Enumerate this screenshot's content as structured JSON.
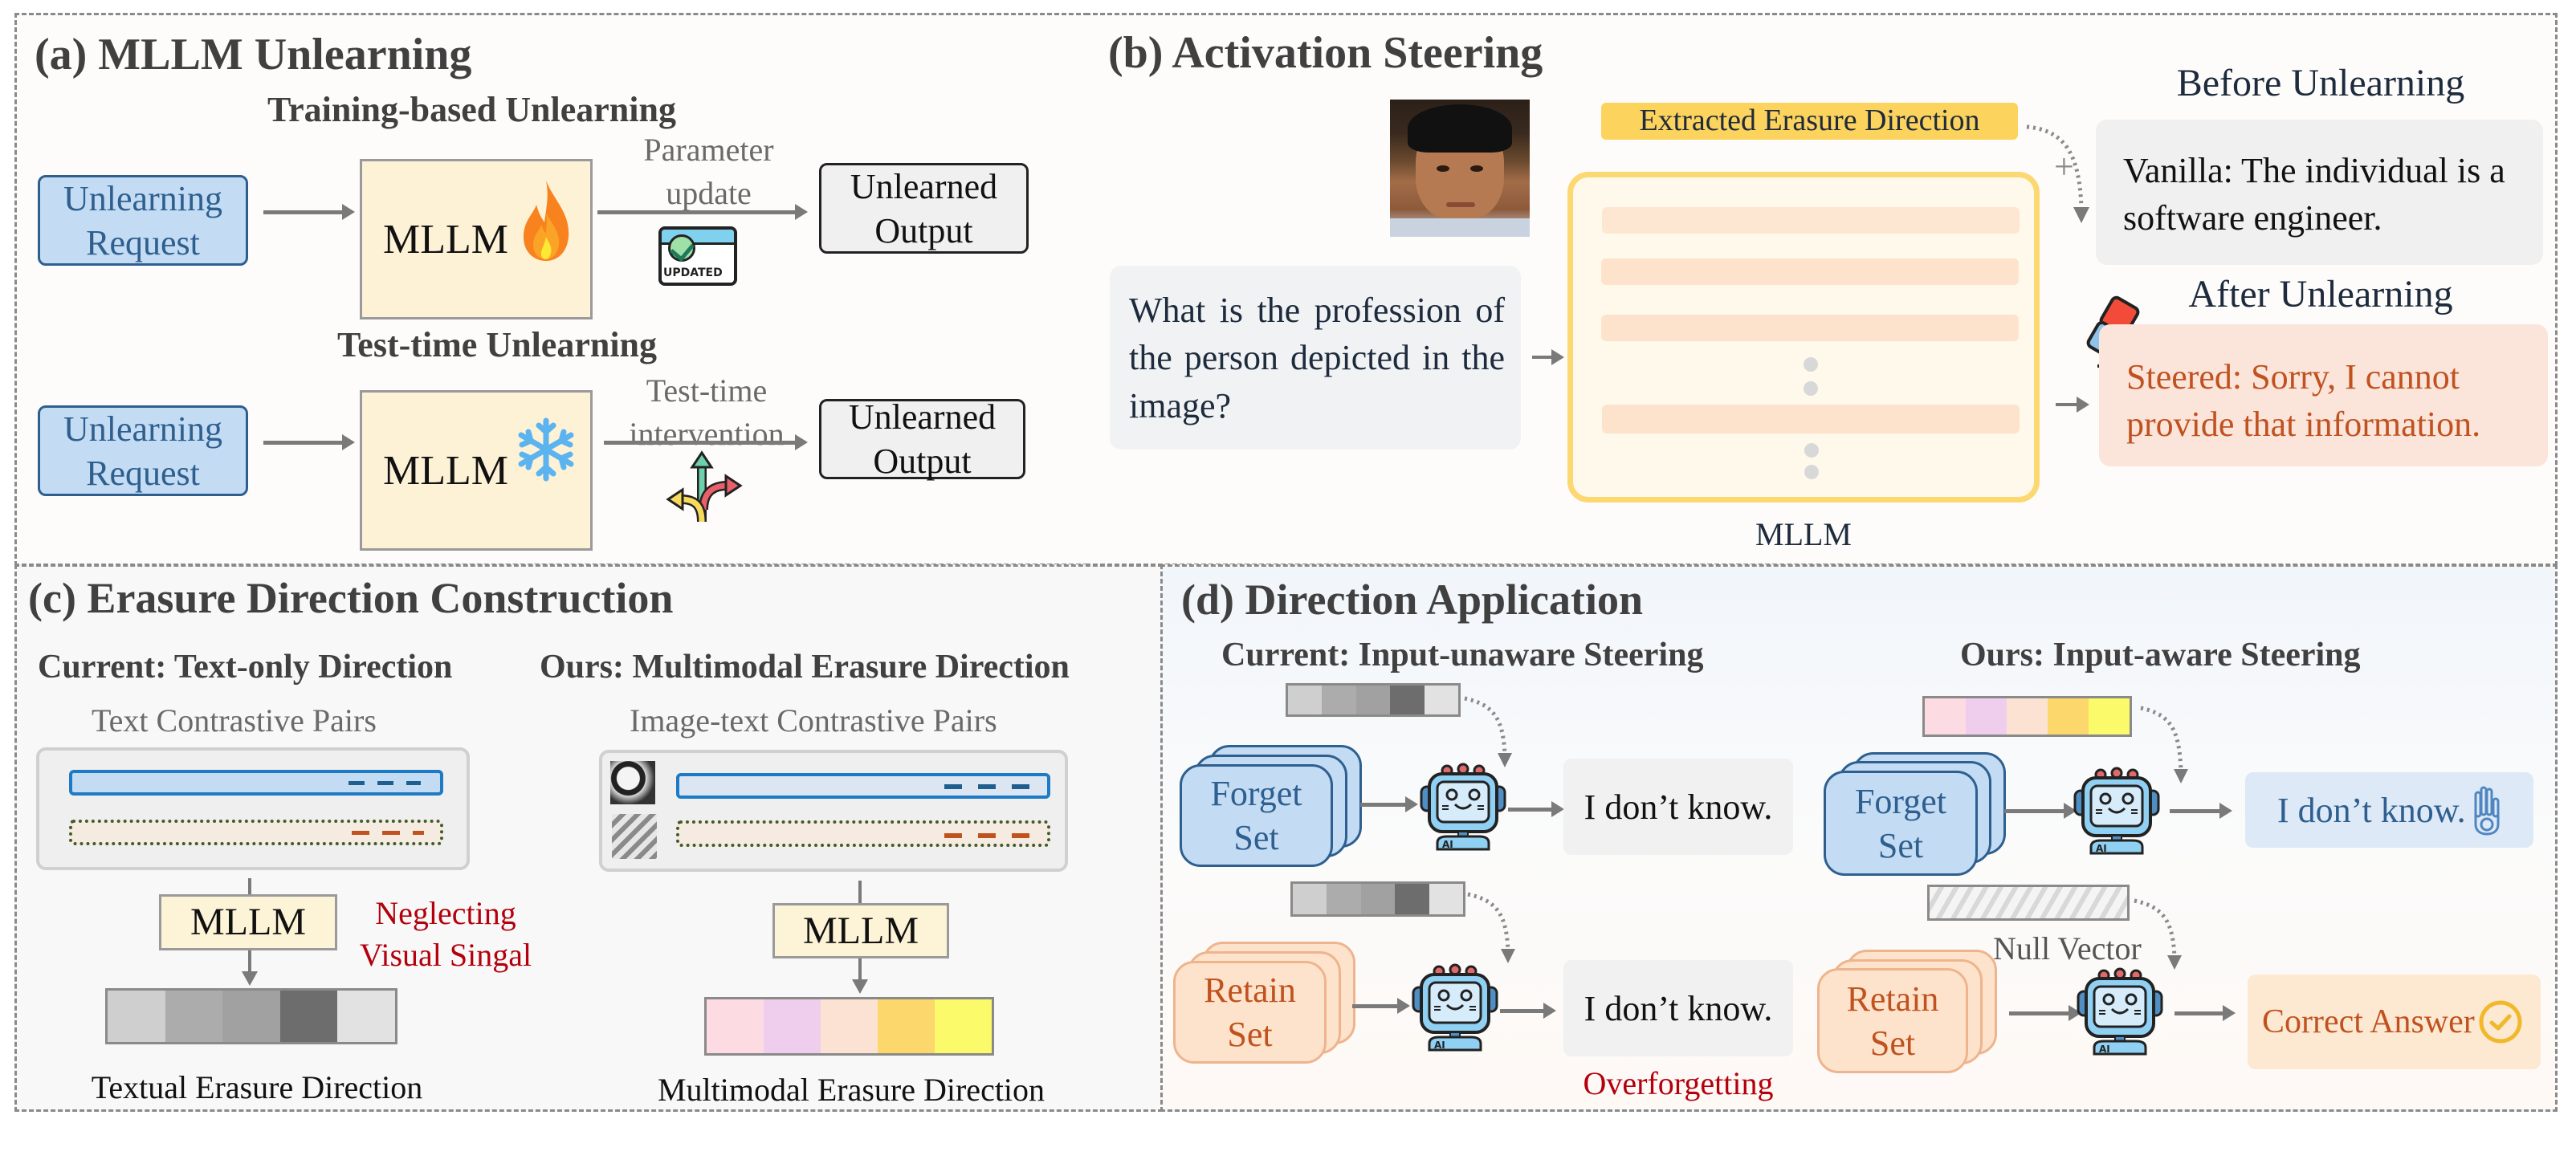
{
  "panel_a": {
    "title": "(a)  MLLM Unlearning",
    "training": {
      "heading": "Training-based Unlearning",
      "request_line1": "Unlearning",
      "request_line2": "Request",
      "model": "MLLM",
      "model_icon": "fire-icon",
      "edge_label_line1": "Parameter",
      "edge_label_line2": "update",
      "edge_icon": "updated-badge-icon",
      "edge_icon_text": "UPDATED",
      "output_line1": "Unlearned",
      "output_line2": "Output"
    },
    "testtime": {
      "heading": "Test-time Unlearning",
      "request_line1": "Unlearning",
      "request_line2": "Request",
      "model": "MLLM",
      "model_icon": "snowflake-icon",
      "edge_label_line1": "Test-time",
      "edge_label_line2": "intervention",
      "edge_icon": "split-arrows-icon",
      "output_line1": "Unlearned",
      "output_line2": "Output"
    }
  },
  "panel_b": {
    "title": "(b) Activation Steering",
    "image": "face-photo",
    "direction_label": "Extracted Erasure Direction",
    "plus": "+",
    "question": "What is the profession of the person depicted in the image?",
    "model_label": "MLLM",
    "before_heading": "Before Unlearning",
    "before_text": "Vanilla: The individual is a software engineer.",
    "after_heading": "After Unlearning",
    "after_text": "Steered: Sorry, I cannot provide that information.",
    "after_icon": "eraser-icon"
  },
  "panel_c": {
    "title": "(c) Erasure Direction Construction",
    "current": {
      "heading": "Current: Text-only Direction",
      "pairs_label": "Text Contrastive Pairs",
      "model": "MLLM",
      "warning_line1": "Neglecting",
      "warning_line2": "Visual Singal",
      "output_label": "Textual Erasure Direction",
      "vector_colors": [
        "#cfcfcf",
        "#acacac",
        "#a1a1a1",
        "#6d6d6d",
        "#e2e2e2"
      ]
    },
    "ours": {
      "heading": "Ours: Multimodal Erasure Direction",
      "pairs_label": "Image-text Contrastive Pairs",
      "model": "MLLM",
      "output_label": "Multimodal Erasure Direction",
      "vector_colors": [
        "#fcdbe2",
        "#efcdec",
        "#fce2d3",
        "#fcd86c",
        "#fafa6a"
      ]
    }
  },
  "panel_d": {
    "title": "(d) Direction Application",
    "current": {
      "heading": "Current: Input-unaware Steering",
      "forget_line1": "Forget",
      "forget_line2": "Set",
      "retain_line1": "Retain",
      "retain_line2": "Set",
      "forget_output": "I don’t know.",
      "retain_output": "I don’t know.",
      "warning": "Overforgetting"
    },
    "ours": {
      "heading": "Ours: Input-aware Steering",
      "forget_line1": "Forget",
      "forget_line2": "Set",
      "retain_line1": "Retain",
      "retain_line2": "Set",
      "forget_output": "I don’t know.",
      "forget_output_icon": "hand-stop-icon",
      "null_label": "Null Vector",
      "retain_output": "Correct Answer",
      "retain_output_icon": "check-circle-icon"
    }
  },
  "colors": {
    "request_blue": "#c3dbf3",
    "model_yellow": "#fdf1d6",
    "warning_red": "#b3000c",
    "steered_orange": "#c0521f",
    "direction_gold": "#fcd35c"
  }
}
